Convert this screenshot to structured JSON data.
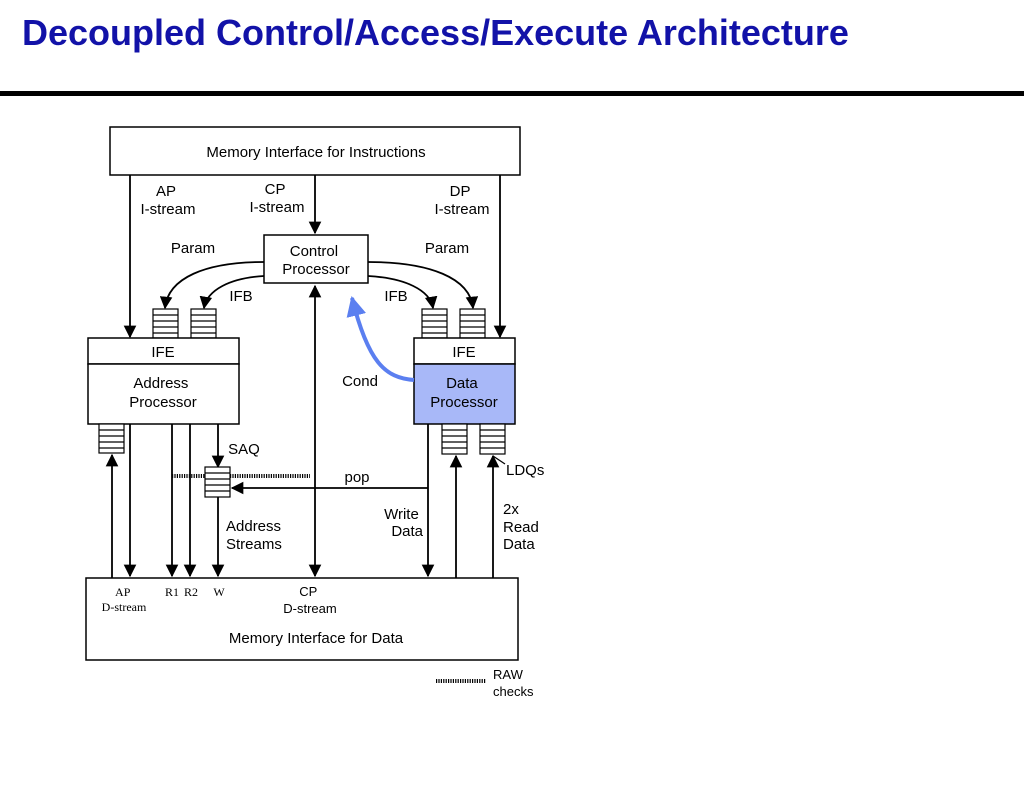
{
  "slide": {
    "title": "Decoupled Control/Access/Execute Architecture"
  },
  "diagram": {
    "mem_instr": "Memory Interface for Instructions",
    "ap_istream": [
      "AP",
      "I-stream"
    ],
    "cp_istream": [
      "CP",
      "I-stream"
    ],
    "dp_istream": [
      "DP",
      "I-stream"
    ],
    "control_processor": [
      "Control",
      "Processor"
    ],
    "param_left": "Param",
    "param_right": "Param",
    "ifb_left": "IFB",
    "ifb_right": "IFB",
    "ife_left": "IFE",
    "ife_right": "IFE",
    "address_processor": [
      "Address",
      "Processor"
    ],
    "data_processor": [
      "Data",
      "Processor"
    ],
    "cond": "Cond",
    "saq": "SAQ",
    "pop": "pop",
    "ldqs": "LDQs",
    "address_streams": [
      "Address",
      "Streams"
    ],
    "write_data": [
      "Write",
      "Data"
    ],
    "read_data": [
      "2x",
      "Read",
      "Data"
    ],
    "ap_dstream": [
      "AP",
      "D-stream"
    ],
    "r1": "R1",
    "r2": "R2",
    "w": "W",
    "cp_dstream": [
      "CP",
      "D-stream"
    ],
    "mem_data": "Memory Interface for Data",
    "raw_checks": [
      "RAW",
      "checks"
    ],
    "colors": {
      "title": "#1212a8",
      "data_processor_fill": "#a8b8f8",
      "cond_arrow": "#5b7ff0"
    }
  }
}
